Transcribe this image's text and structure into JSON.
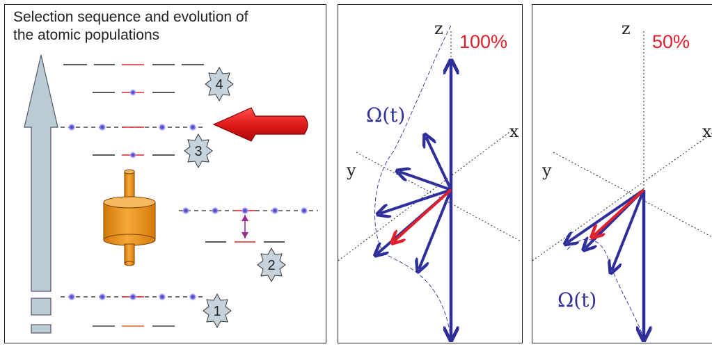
{
  "left_panel": {
    "title_line1": "Selection sequence and evolution of",
    "title_line2": "the atomic populations",
    "badges": [
      "1",
      "2",
      "3",
      "4"
    ]
  },
  "mid_panel": {
    "z_label": "z",
    "x_label": "x",
    "y_label": "y",
    "percent": "100%",
    "omega_label": "Ω(t)"
  },
  "right_panel": {
    "z_label": "z",
    "x_label": "x",
    "y_label": "y",
    "percent": "50%",
    "omega_label": "Ω(t)"
  },
  "colors": {
    "arrow_blue": "#2e2f9a",
    "highlight_red": "#e0202a",
    "cylinder_orange": "#f29a1f",
    "big_arrow_grey": "#b9ccd6",
    "atom_blue": "#4a46c8",
    "badge_fill": "#c7d3dc"
  }
}
